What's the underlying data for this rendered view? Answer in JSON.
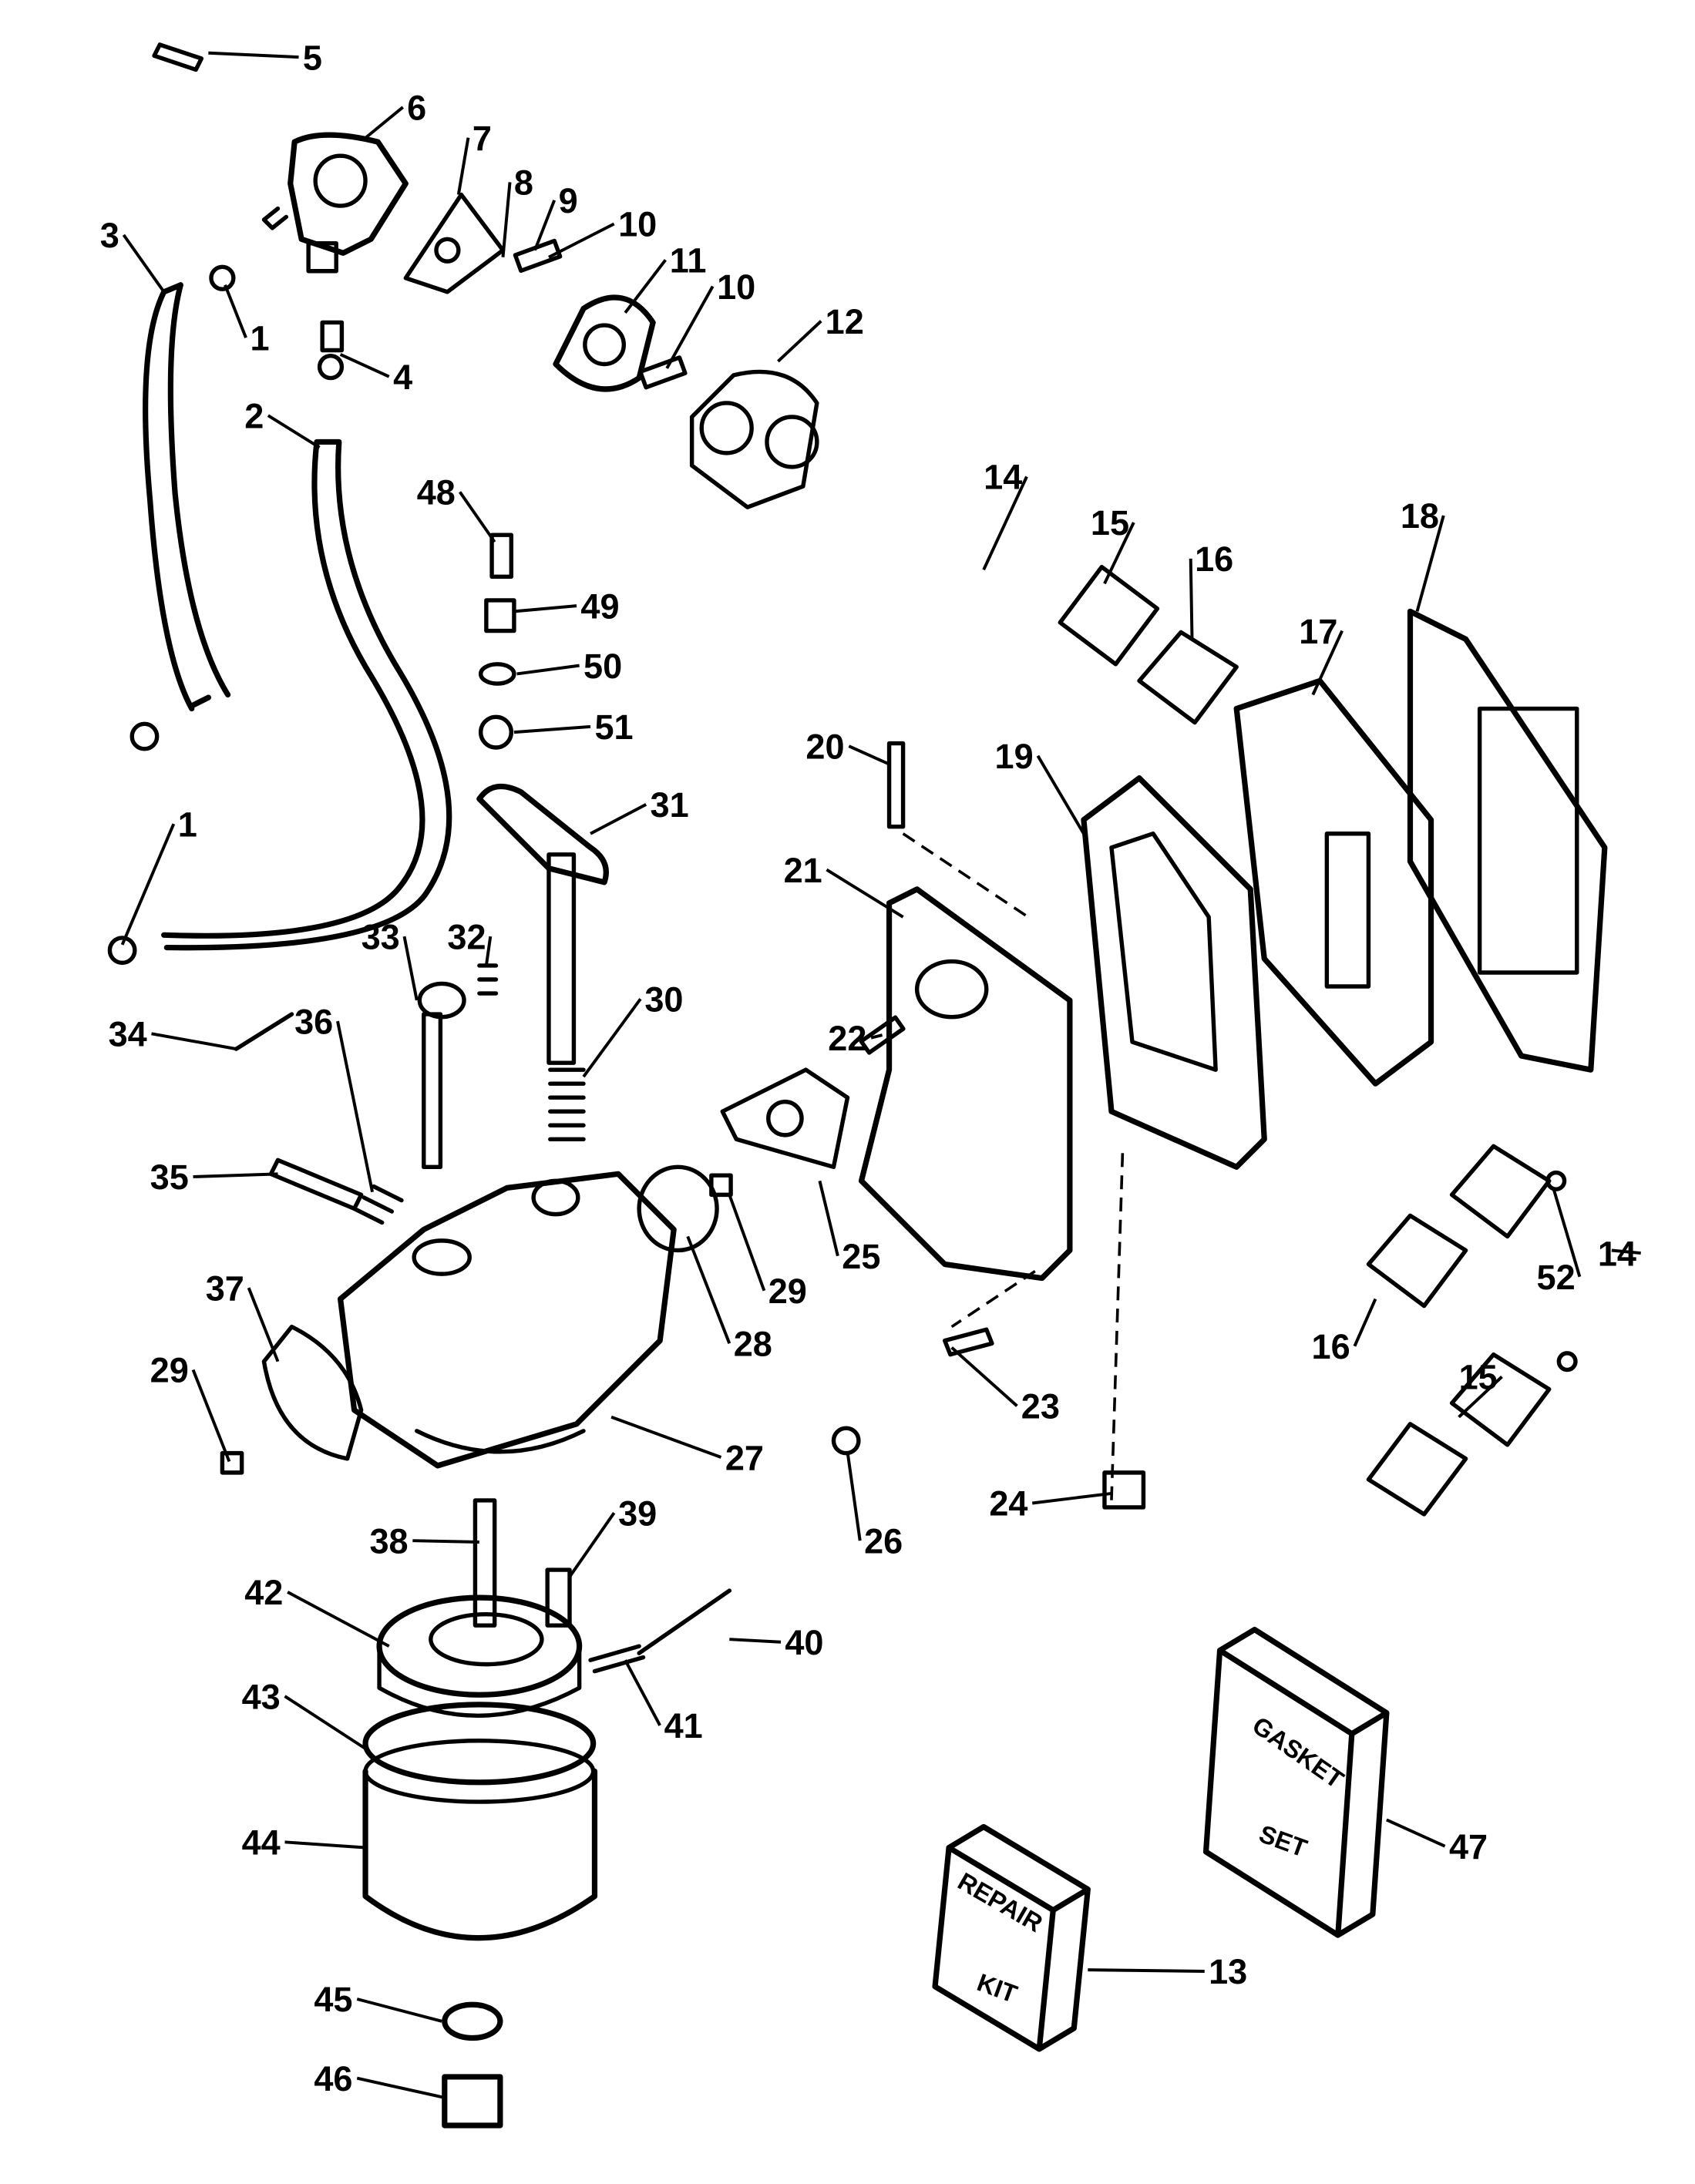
{
  "diagram": {
    "type": "exploded parts diagram",
    "callouts": [
      "5",
      "6",
      "3",
      "1",
      "4",
      "2",
      "7",
      "8",
      "9",
      "10",
      "11",
      "10",
      "12",
      "14",
      "15",
      "16",
      "18",
      "17",
      "48",
      "49",
      "50",
      "51",
      "20",
      "19",
      "1",
      "31",
      "21",
      "33",
      "32",
      "30",
      "34",
      "36",
      "22",
      "35",
      "29",
      "25",
      "28",
      "37",
      "29",
      "16",
      "52",
      "14",
      "15",
      "23",
      "27",
      "24",
      "26",
      "38",
      "39",
      "42",
      "40",
      "41",
      "43",
      "44",
      "47",
      "13",
      "45",
      "46"
    ],
    "gasket_box": {
      "line1": "GASKET",
      "line2": "SET"
    },
    "repair_box": {
      "line1": "REPAIR",
      "line2": "KIT"
    }
  }
}
